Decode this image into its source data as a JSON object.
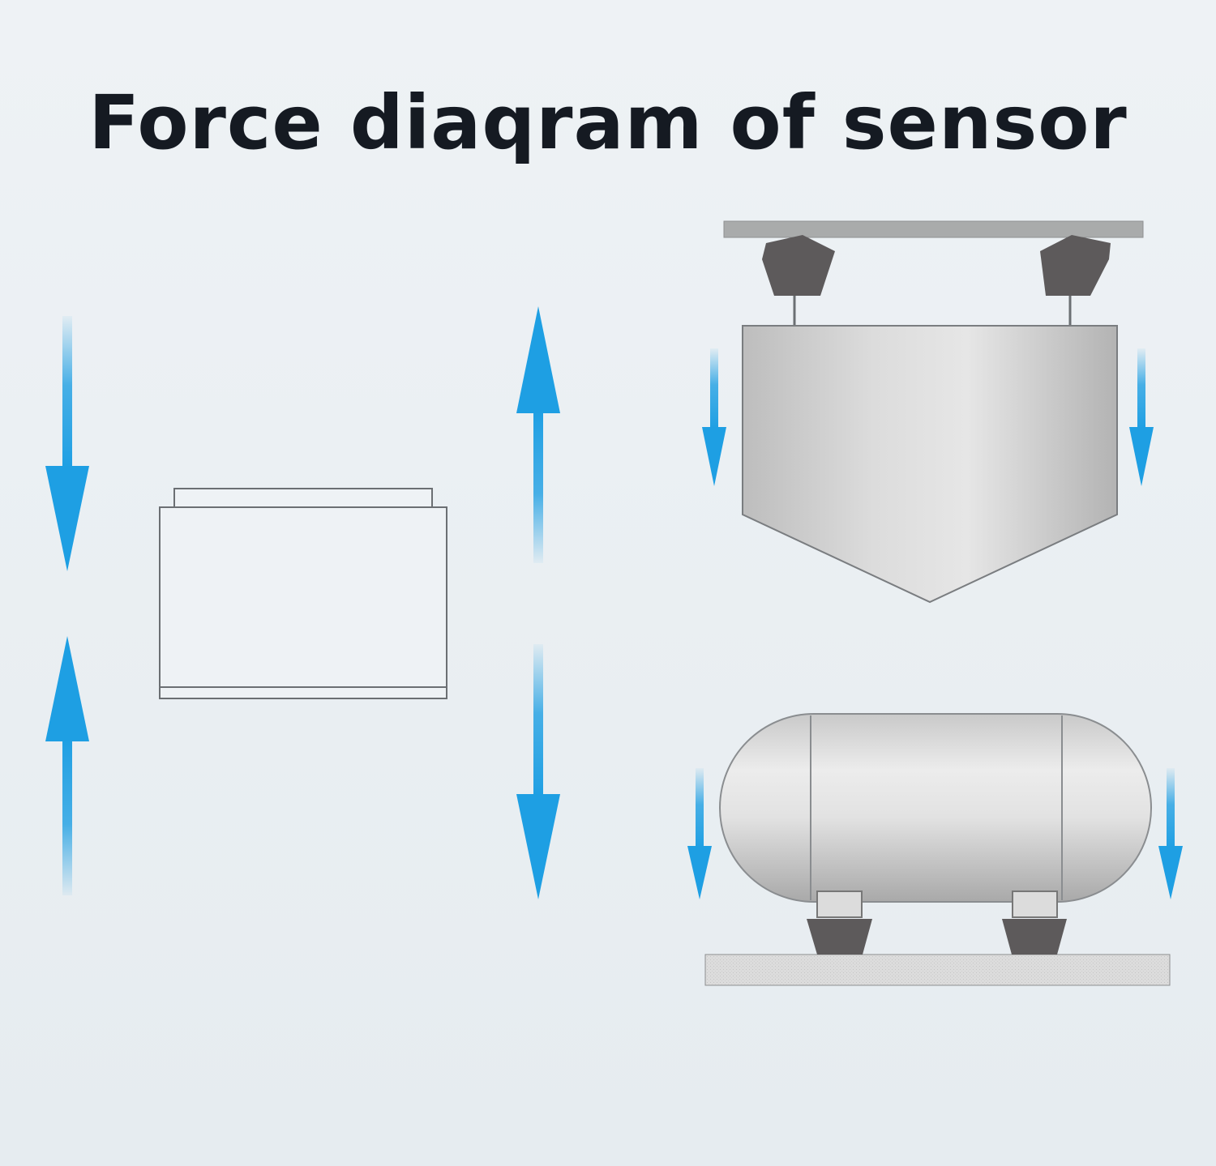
{
  "title": "Force diaqram of sensor",
  "colors": {
    "background": "#e9eef2",
    "arrow": "#1e9fe3",
    "sensor_dark": "#5d5a5b",
    "metal_light": "#e3e3e3",
    "metal_mid": "#b9b9b9",
    "beam": "#a9abab",
    "title_text": "#151a22"
  },
  "icons": {
    "sensor_body": "cylindrical-load-cell-outline",
    "tension_arrows": "double-headed-arrow",
    "hopper": "suspended-hopper",
    "tank": "horizontal-tank-on-sensors"
  }
}
